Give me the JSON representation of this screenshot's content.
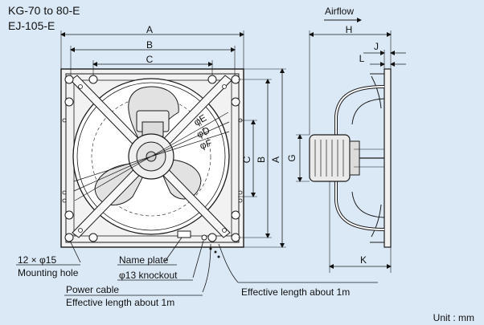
{
  "model": {
    "line1": "KG-70 to 80-E",
    "line2": "EJ-105-E"
  },
  "dimensions": {
    "A": "A",
    "B": "B",
    "C": "C",
    "E": "φE",
    "D": "φD",
    "F": "φF",
    "H": "H",
    "J": "J",
    "L": "L",
    "G": "G",
    "K": "K"
  },
  "airflow": "Airflow",
  "callouts": {
    "mounting_count": "12 × φ15",
    "mounting_hole": "Mounting hole",
    "name_plate": "Name plate",
    "knockout": "φ13 knockout",
    "power_cable": "Power cable",
    "effective_length_left": "Effective length about 1m",
    "effective_length_right": "Effective length about 1m"
  },
  "unit": "Unit : mm",
  "colors": {
    "background": "#dbe9f6",
    "line": "#1a1a1a",
    "part_fill": "#f2f2f2"
  }
}
